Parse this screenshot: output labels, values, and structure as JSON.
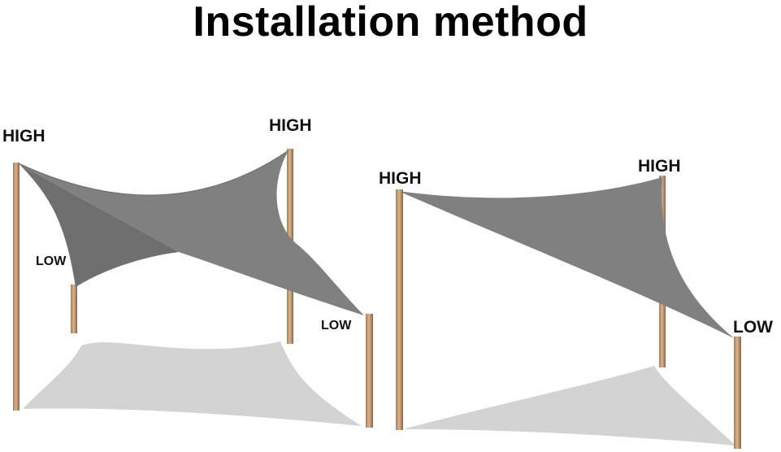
{
  "title": "Installation method",
  "diagrams": [
    {
      "labels": {
        "front_left": "HIGH",
        "back_right": "HIGH",
        "back_left": "LOW",
        "front_right": "LOW"
      }
    },
    {
      "labels": {
        "left": "HIGH",
        "back": "HIGH",
        "right": "LOW"
      }
    }
  ],
  "colors": {
    "sail": "#7f7f7f",
    "sail_dark": "#6e6e6e",
    "shadow": "#d6d6d6",
    "pole": "#c8a07a",
    "pole_dark": "#8a6a4a"
  }
}
